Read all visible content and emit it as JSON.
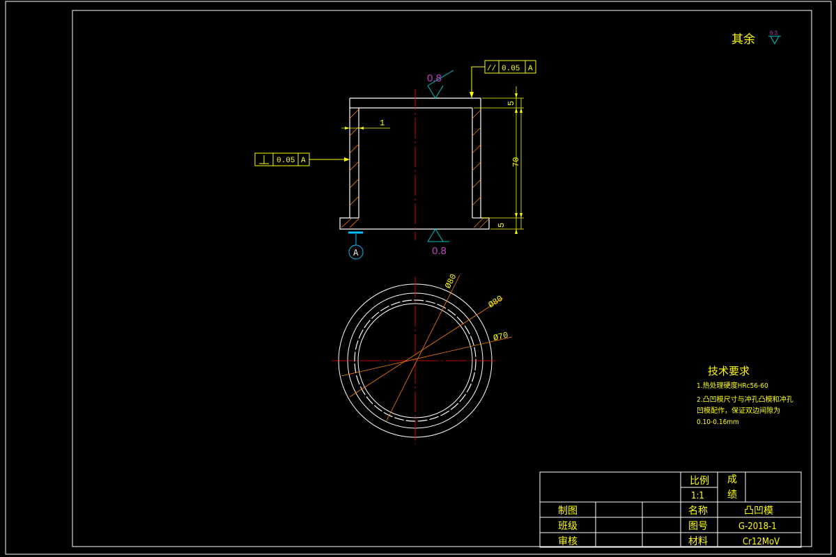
{
  "drawing": {
    "surface_roughness_general": {
      "label": "其余",
      "value": "6.3"
    },
    "roughness_top": "0.8",
    "roughness_bottom": "0.8",
    "parallelism_tolerance": {
      "symbol": "//",
      "value": "0.05",
      "datum": "A"
    },
    "perpendicularity_tolerance": {
      "symbol": "⊥",
      "value": "0.05",
      "datum": "A"
    },
    "datum_label": "A",
    "dimensions": {
      "wall_offset": "1",
      "top_thickness": "5",
      "height": "70",
      "bottom_thickness": "5",
      "dia_outer": "Ø80",
      "dia_mid": "Ø80",
      "dia_inner": "Ø70"
    },
    "tech_requirements": {
      "title": "技术要求",
      "lines": [
        "1.热处理硬度HRc56-60",
        "2.凸凹模尺寸与冲孔凸模和冲孔",
        "凹模配作，保证双边间隙为",
        "0.10-0.16mm"
      ]
    }
  },
  "title_block": {
    "scale_label": "比例",
    "scale_value": "1:1",
    "grade_label_1": "成",
    "grade_label_2": "绩",
    "drawn_label": "制图",
    "class_label": "班级",
    "review_label": "审核",
    "name_label": "名称",
    "name_value": "凸凹模",
    "drawing_no_label": "图号",
    "drawing_no_value": "G-2018-1",
    "material_label": "材料",
    "material_value": "Cr12MoV"
  },
  "colors": {
    "outline": "#ffffff",
    "dimension": "#ffff00",
    "centerline": "#ff0000",
    "hatch": "#ff8000",
    "roughness_mark": "#00c0c0",
    "roughness_text": "#c040c0",
    "datum": "#00c0ff"
  }
}
